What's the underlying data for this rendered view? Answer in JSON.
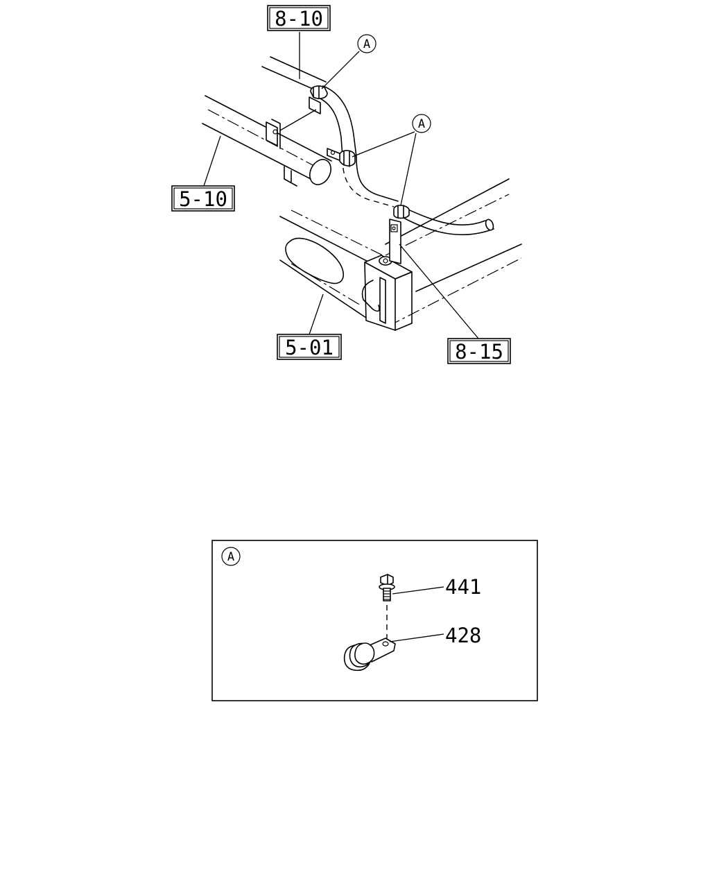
{
  "callouts": {
    "c1": "8-10",
    "c2": "5-10",
    "c3": "5-01",
    "c4": "8-15"
  },
  "detail_markers": {
    "m1": "A",
    "m2": "A",
    "detail_box": "A"
  },
  "part_numbers": {
    "p1": "441",
    "p2": "428"
  }
}
